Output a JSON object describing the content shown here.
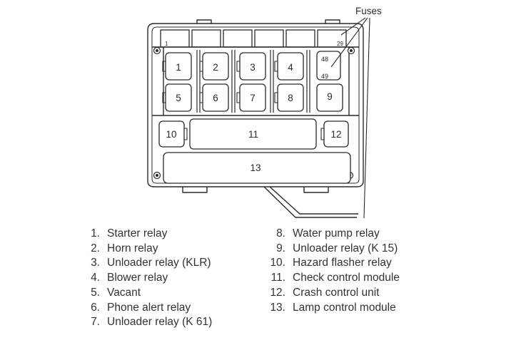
{
  "diagram": {
    "callout_label": "Fuses",
    "fuse_numbers": {
      "first": "1",
      "last": "29"
    },
    "diode_numbers": {
      "top": "48",
      "bottom": "49"
    },
    "components": [
      {
        "id": "1",
        "label": "1"
      },
      {
        "id": "2",
        "label": "2"
      },
      {
        "id": "3",
        "label": "3"
      },
      {
        "id": "4",
        "label": "4"
      },
      {
        "id": "5",
        "label": "5"
      },
      {
        "id": "6",
        "label": "6"
      },
      {
        "id": "7",
        "label": "7"
      },
      {
        "id": "8",
        "label": "8"
      },
      {
        "id": "9",
        "label": "9"
      },
      {
        "id": "10",
        "label": "10"
      },
      {
        "id": "11",
        "label": "11"
      },
      {
        "id": "12",
        "label": "12"
      },
      {
        "id": "13",
        "label": "13"
      }
    ]
  },
  "legend": {
    "left": [
      {
        "num": "1.",
        "text": "Starter relay"
      },
      {
        "num": "2.",
        "text": "Horn relay"
      },
      {
        "num": "3.",
        "text": "Unloader relay (KLR)"
      },
      {
        "num": "4.",
        "text": "Blower relay"
      },
      {
        "num": "5.",
        "text": "Vacant"
      },
      {
        "num": "6.",
        "text": "Phone alert relay"
      },
      {
        "num": "7.",
        "text": "Unloader relay (K 61)"
      }
    ],
    "right": [
      {
        "num": "8.",
        "text": "Water pump relay"
      },
      {
        "num": "9.",
        "text": "Unloader relay (K 15)"
      },
      {
        "num": "10.",
        "text": "Hazard flasher relay"
      },
      {
        "num": "11.",
        "text": "Check control module"
      },
      {
        "num": "12.",
        "text": "Crash control unit"
      },
      {
        "num": "13.",
        "text": "Lamp control module"
      }
    ]
  },
  "colors": {
    "line": "#2a2a2a",
    "fill": "#ffffff"
  }
}
